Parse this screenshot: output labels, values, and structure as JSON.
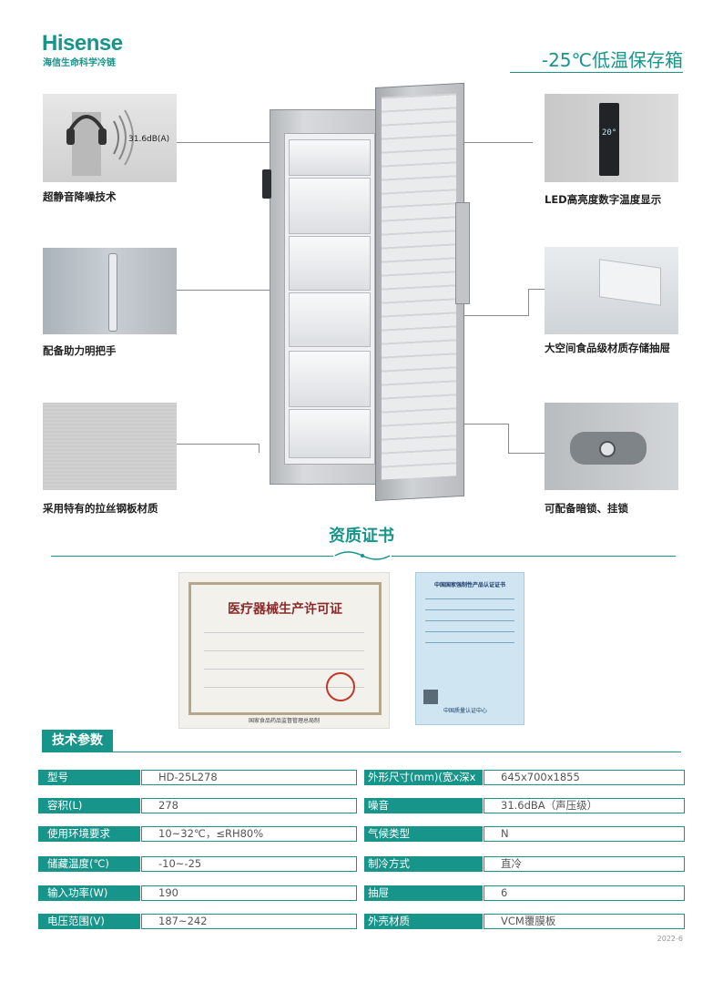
{
  "brand": {
    "name": "Hisense",
    "subtitle": "海信生命科学冷链"
  },
  "page_title": "-25℃低温保存箱",
  "features": {
    "left": [
      {
        "label": "超静音降噪技术",
        "badge": "31.6dB(A)"
      },
      {
        "label": "配备助力明把手"
      },
      {
        "label": "采用特有的拉丝钢板材质"
      }
    ],
    "right": [
      {
        "label": "LED高亮度数字温度显示",
        "display": "20°"
      },
      {
        "label": "大空间食品级材质存储抽屉"
      },
      {
        "label": "可配备暗锁、挂锁"
      }
    ]
  },
  "certificates": {
    "section_title": "资质证书",
    "cert1": {
      "title": "医疗器械生产许可证",
      "footer": "国家食品药品监督管理总局制"
    },
    "cert2": {
      "title": "中国国家强制性产品认证证书",
      "org": "中国质量认证中心"
    }
  },
  "tech_params": {
    "title": "技术参数",
    "rows": [
      {
        "k1": "型号",
        "v1": "HD-25L278",
        "k2": "外形尺寸(mm)(宽x深x高)",
        "v2": "645x700x1855"
      },
      {
        "k1": "容积(L)",
        "v1": "278",
        "k2": "噪音",
        "v2": "31.6dBA（声压级）"
      },
      {
        "k1": "使用环境要求",
        "v1": "10~32℃，≤RH80%",
        "k2": "气候类型",
        "v2": "N"
      },
      {
        "k1": "储藏温度(℃)",
        "v1": "-10~-25",
        "k2": "制冷方式",
        "v2": "直冷"
      },
      {
        "k1": "输入功率(W)",
        "v1": "190",
        "k2": "抽屉",
        "v2": "6"
      },
      {
        "k1": "电压范围(V)",
        "v1": "187~242",
        "k2": "外壳材质",
        "v2": "VCM覆膜板"
      }
    ]
  },
  "date": "2022-6"
}
